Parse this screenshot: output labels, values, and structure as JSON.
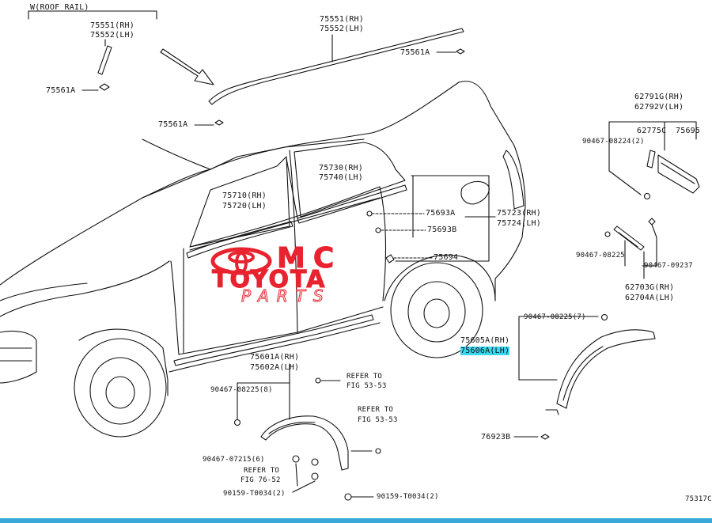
{
  "header": {
    "roof_rail_note": "W(ROOF RAIL)"
  },
  "parts": {
    "p75551_rh_left": "75551(RH)",
    "p75552_lh_left": "75552(LH)",
    "p75561a_left": "75561A",
    "p75551_rh_top": "75551(RH)",
    "p75552_lh_top": "75552(LH)",
    "p75561a_top_right": "75561A",
    "p75561a_mid": "75561A",
    "p75730_rh": "75730(RH)",
    "p75740_lh": "75740(LH)",
    "p75710_rh": "75710(RH)",
    "p75720_lh": "75720(LH)",
    "p75693a": "75693A",
    "p75693b": "75693B",
    "p75694": "75694",
    "p75723_rh": "75723(RH)",
    "p75724_lh": "75724(LH)",
    "p62791g_rh": "62791G(RH)",
    "p62792v_lh": "62792V(LH)",
    "p62775c": "62775C",
    "p75695": "75695",
    "p90467_08224": "90467-08224(2)",
    "p90467_08225_right": "90467-08225",
    "p90467_09237": "90467-09237",
    "p62703g_rh": "62703G(RH)",
    "p62704a_lh": "62704A(LH)",
    "p90467_08225_7": "90467-08225(7)",
    "p75605a_rh": "75605A(RH)",
    "p75606a_lh": "75606A(LH)",
    "p76923b": "76923B",
    "p75601a_rh": "75601A(RH)",
    "p75602a_lh": "75602A(LH)",
    "p90467_08225_8": "90467-08225(8)",
    "refer_to_1": "REFER TO",
    "fig_53_53_1": "FIG 53-53",
    "refer_to_2": "REFER TO",
    "fig_53_53_2": "FIG 53-53",
    "p90467_07215": "90467-07215(6)",
    "refer_to_3": "REFER TO",
    "fig_76_52": "FIG 76-52",
    "p90159_t0034_left": "90159-T0034(2)",
    "p90159_t0034_right": "90159-T0034(2)",
    "diagram_number": "75317C"
  },
  "watermark": {
    "mc": "MC",
    "toyota": "TOYOTA",
    "parts": "PARTS"
  },
  "colors": {
    "watermark_red": "#e8232f",
    "highlight": "#38d8ee",
    "line": "#111111",
    "bottom_bar": "#3aa9d9"
  }
}
